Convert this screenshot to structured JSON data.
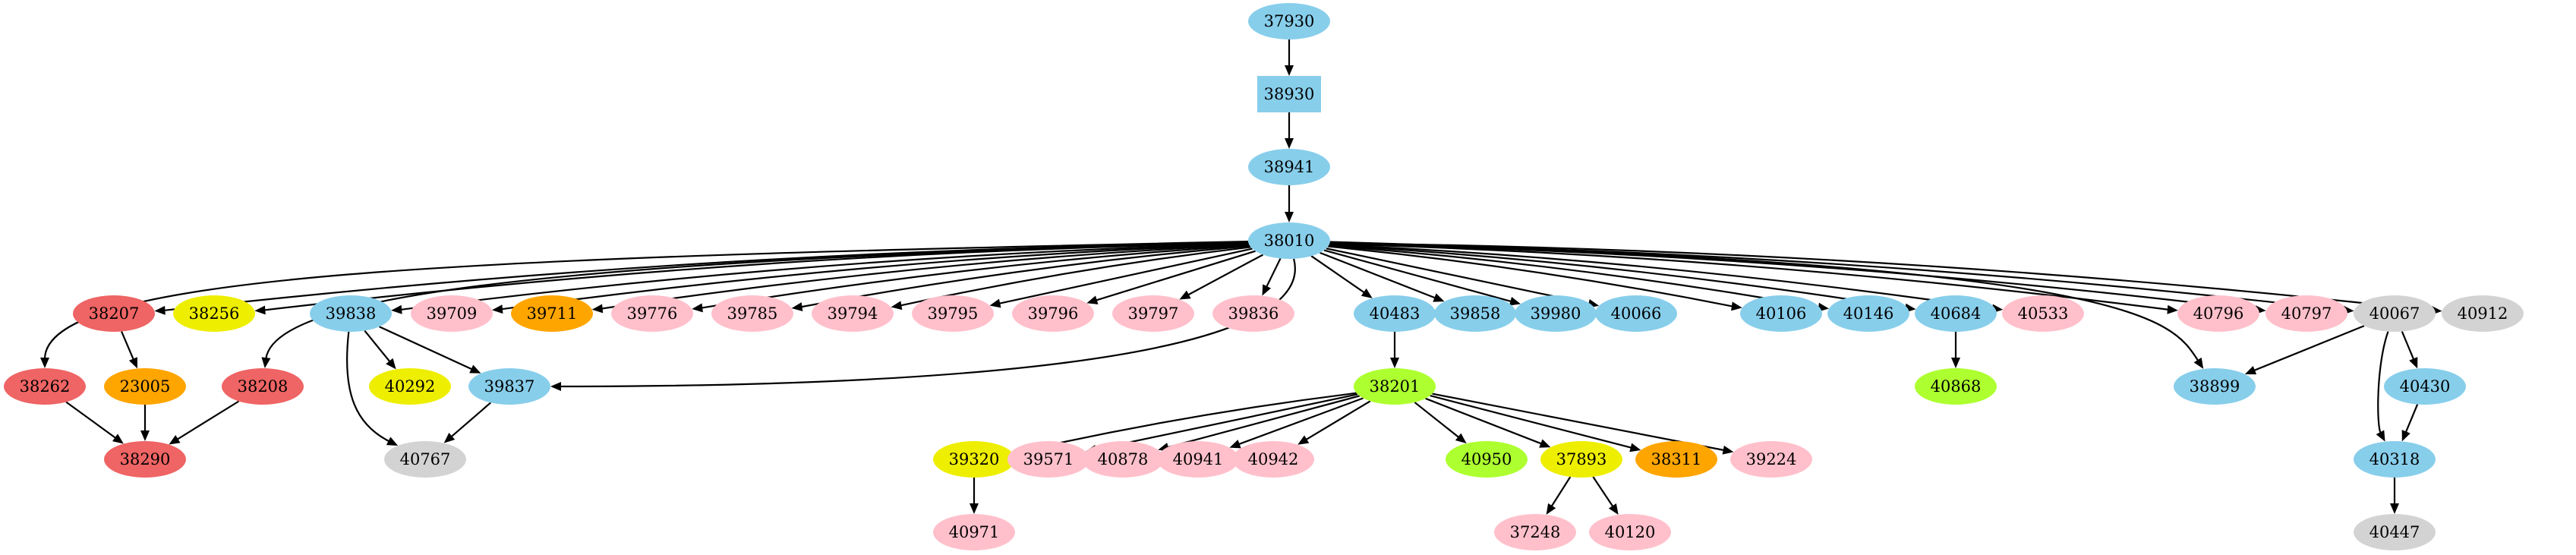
{
  "title": "dependency graph",
  "colors": {
    "skyblue": "#87ceeb",
    "pink": "#ffc0cb",
    "red": "#ef6464",
    "yellow": "#eeee00",
    "orange": "#ffa500",
    "green": "#adff2f",
    "gray": "#d3d3d3"
  },
  "nodes": [
    {
      "id": "37930",
      "color": "skyblue",
      "shape": "ellipse"
    },
    {
      "id": "38930",
      "color": "skyblue",
      "shape": "box"
    },
    {
      "id": "38941",
      "color": "skyblue",
      "shape": "ellipse"
    },
    {
      "id": "38010",
      "color": "skyblue",
      "shape": "ellipse"
    },
    {
      "id": "38207",
      "color": "red",
      "shape": "ellipse"
    },
    {
      "id": "38256",
      "color": "yellow",
      "shape": "ellipse"
    },
    {
      "id": "39838",
      "color": "skyblue",
      "shape": "ellipse"
    },
    {
      "id": "39709",
      "color": "pink",
      "shape": "ellipse"
    },
    {
      "id": "39711",
      "color": "orange",
      "shape": "ellipse"
    },
    {
      "id": "39776",
      "color": "pink",
      "shape": "ellipse"
    },
    {
      "id": "39785",
      "color": "pink",
      "shape": "ellipse"
    },
    {
      "id": "39794",
      "color": "pink",
      "shape": "ellipse"
    },
    {
      "id": "39795",
      "color": "pink",
      "shape": "ellipse"
    },
    {
      "id": "39796",
      "color": "pink",
      "shape": "ellipse"
    },
    {
      "id": "39797",
      "color": "pink",
      "shape": "ellipse"
    },
    {
      "id": "39836",
      "color": "pink",
      "shape": "ellipse"
    },
    {
      "id": "40483",
      "color": "skyblue",
      "shape": "ellipse"
    },
    {
      "id": "39858",
      "color": "skyblue",
      "shape": "ellipse"
    },
    {
      "id": "39980",
      "color": "skyblue",
      "shape": "ellipse"
    },
    {
      "id": "40066",
      "color": "skyblue",
      "shape": "ellipse"
    },
    {
      "id": "40106",
      "color": "skyblue",
      "shape": "ellipse"
    },
    {
      "id": "40146",
      "color": "skyblue",
      "shape": "ellipse"
    },
    {
      "id": "40684",
      "color": "skyblue",
      "shape": "ellipse"
    },
    {
      "id": "40533",
      "color": "pink",
      "shape": "ellipse"
    },
    {
      "id": "40796",
      "color": "pink",
      "shape": "ellipse"
    },
    {
      "id": "40797",
      "color": "pink",
      "shape": "ellipse"
    },
    {
      "id": "40067",
      "color": "gray",
      "shape": "ellipse"
    },
    {
      "id": "40912",
      "color": "gray",
      "shape": "ellipse"
    },
    {
      "id": "38262",
      "color": "red",
      "shape": "ellipse"
    },
    {
      "id": "23005",
      "color": "orange",
      "shape": "ellipse"
    },
    {
      "id": "38208",
      "color": "red",
      "shape": "ellipse"
    },
    {
      "id": "40292",
      "color": "yellow",
      "shape": "ellipse"
    },
    {
      "id": "39837",
      "color": "skyblue",
      "shape": "ellipse"
    },
    {
      "id": "38201",
      "color": "green",
      "shape": "ellipse"
    },
    {
      "id": "40868",
      "color": "green",
      "shape": "ellipse"
    },
    {
      "id": "38899",
      "color": "skyblue",
      "shape": "ellipse"
    },
    {
      "id": "40430",
      "color": "skyblue",
      "shape": "ellipse"
    },
    {
      "id": "38290",
      "color": "red",
      "shape": "ellipse"
    },
    {
      "id": "40767",
      "color": "gray",
      "shape": "ellipse"
    },
    {
      "id": "39320",
      "color": "yellow",
      "shape": "ellipse"
    },
    {
      "id": "39571",
      "color": "pink",
      "shape": "ellipse"
    },
    {
      "id": "40878",
      "color": "pink",
      "shape": "ellipse"
    },
    {
      "id": "40941",
      "color": "pink",
      "shape": "ellipse"
    },
    {
      "id": "40942",
      "color": "pink",
      "shape": "ellipse"
    },
    {
      "id": "40950",
      "color": "green",
      "shape": "ellipse"
    },
    {
      "id": "37893",
      "color": "yellow",
      "shape": "ellipse"
    },
    {
      "id": "38311",
      "color": "orange",
      "shape": "ellipse"
    },
    {
      "id": "39224",
      "color": "pink",
      "shape": "ellipse"
    },
    {
      "id": "40318",
      "color": "skyblue",
      "shape": "ellipse"
    },
    {
      "id": "40971",
      "color": "pink",
      "shape": "ellipse"
    },
    {
      "id": "37248",
      "color": "pink",
      "shape": "ellipse"
    },
    {
      "id": "40120",
      "color": "pink",
      "shape": "ellipse"
    },
    {
      "id": "40447",
      "color": "gray",
      "shape": "ellipse"
    }
  ],
  "edges": [
    [
      "37930",
      "38930"
    ],
    [
      "38930",
      "38941"
    ],
    [
      "38941",
      "38010"
    ],
    [
      "38010",
      "38262"
    ],
    [
      "38010",
      "38207"
    ],
    [
      "38010",
      "38256"
    ],
    [
      "38010",
      "38208"
    ],
    [
      "38010",
      "39838"
    ],
    [
      "38010",
      "39709"
    ],
    [
      "38010",
      "39711"
    ],
    [
      "38010",
      "39776"
    ],
    [
      "38010",
      "39785"
    ],
    [
      "38010",
      "39794"
    ],
    [
      "38010",
      "39795"
    ],
    [
      "38010",
      "39796"
    ],
    [
      "38010",
      "39797"
    ],
    [
      "38010",
      "39836"
    ],
    [
      "38010",
      "39837"
    ],
    [
      "38010",
      "40483"
    ],
    [
      "38010",
      "39858"
    ],
    [
      "38010",
      "39980"
    ],
    [
      "38010",
      "40066"
    ],
    [
      "38010",
      "40106"
    ],
    [
      "38010",
      "40146"
    ],
    [
      "38010",
      "40684"
    ],
    [
      "38010",
      "40533"
    ],
    [
      "38010",
      "38899"
    ],
    [
      "38010",
      "40796"
    ],
    [
      "38010",
      "40797"
    ],
    [
      "38010",
      "40067"
    ],
    [
      "38010",
      "40912"
    ],
    [
      "38207",
      "23005"
    ],
    [
      "38262",
      "38290"
    ],
    [
      "23005",
      "38290"
    ],
    [
      "38208",
      "38290"
    ],
    [
      "39838",
      "40292"
    ],
    [
      "39838",
      "39837"
    ],
    [
      "39838",
      "40767"
    ],
    [
      "39837",
      "40767"
    ],
    [
      "40483",
      "38201"
    ],
    [
      "40684",
      "40868"
    ],
    [
      "38201",
      "39320"
    ],
    [
      "38201",
      "39571"
    ],
    [
      "38201",
      "40878"
    ],
    [
      "38201",
      "40941"
    ],
    [
      "38201",
      "40942"
    ],
    [
      "38201",
      "40950"
    ],
    [
      "38201",
      "37893"
    ],
    [
      "38201",
      "38311"
    ],
    [
      "38201",
      "39224"
    ],
    [
      "39320",
      "40971"
    ],
    [
      "37893",
      "37248"
    ],
    [
      "37893",
      "40120"
    ],
    [
      "40067",
      "38899"
    ],
    [
      "40067",
      "40430"
    ],
    [
      "40067",
      "40318"
    ],
    [
      "40430",
      "40318"
    ],
    [
      "40318",
      "40447"
    ]
  ]
}
